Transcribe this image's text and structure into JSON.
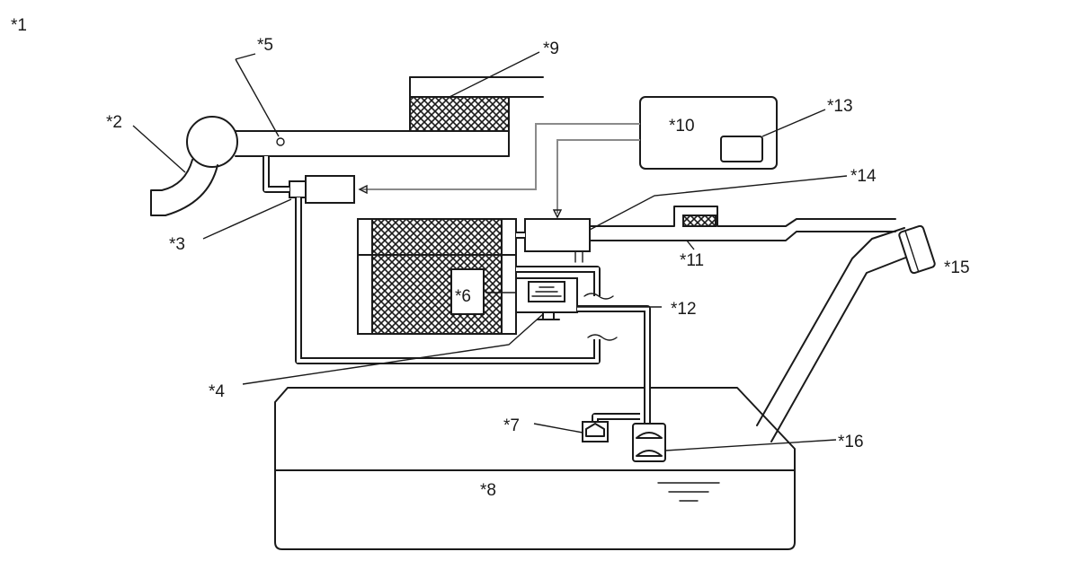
{
  "diagram": {
    "labels": {
      "l1": "*1",
      "l2": "*2",
      "l3": "*3",
      "l4": "*4",
      "l5": "*5",
      "l6": "*6",
      "l7": "*7",
      "l8": "*8",
      "l9": "*9",
      "l10": "*10",
      "l11": "*11",
      "l12": "*12",
      "l13": "*13",
      "l14": "*14",
      "l15": "*15",
      "l16": "*16"
    },
    "colors": {
      "line": "#1a1a1a",
      "signal_line": "#8a8a8a",
      "background": "#ffffff"
    }
  }
}
